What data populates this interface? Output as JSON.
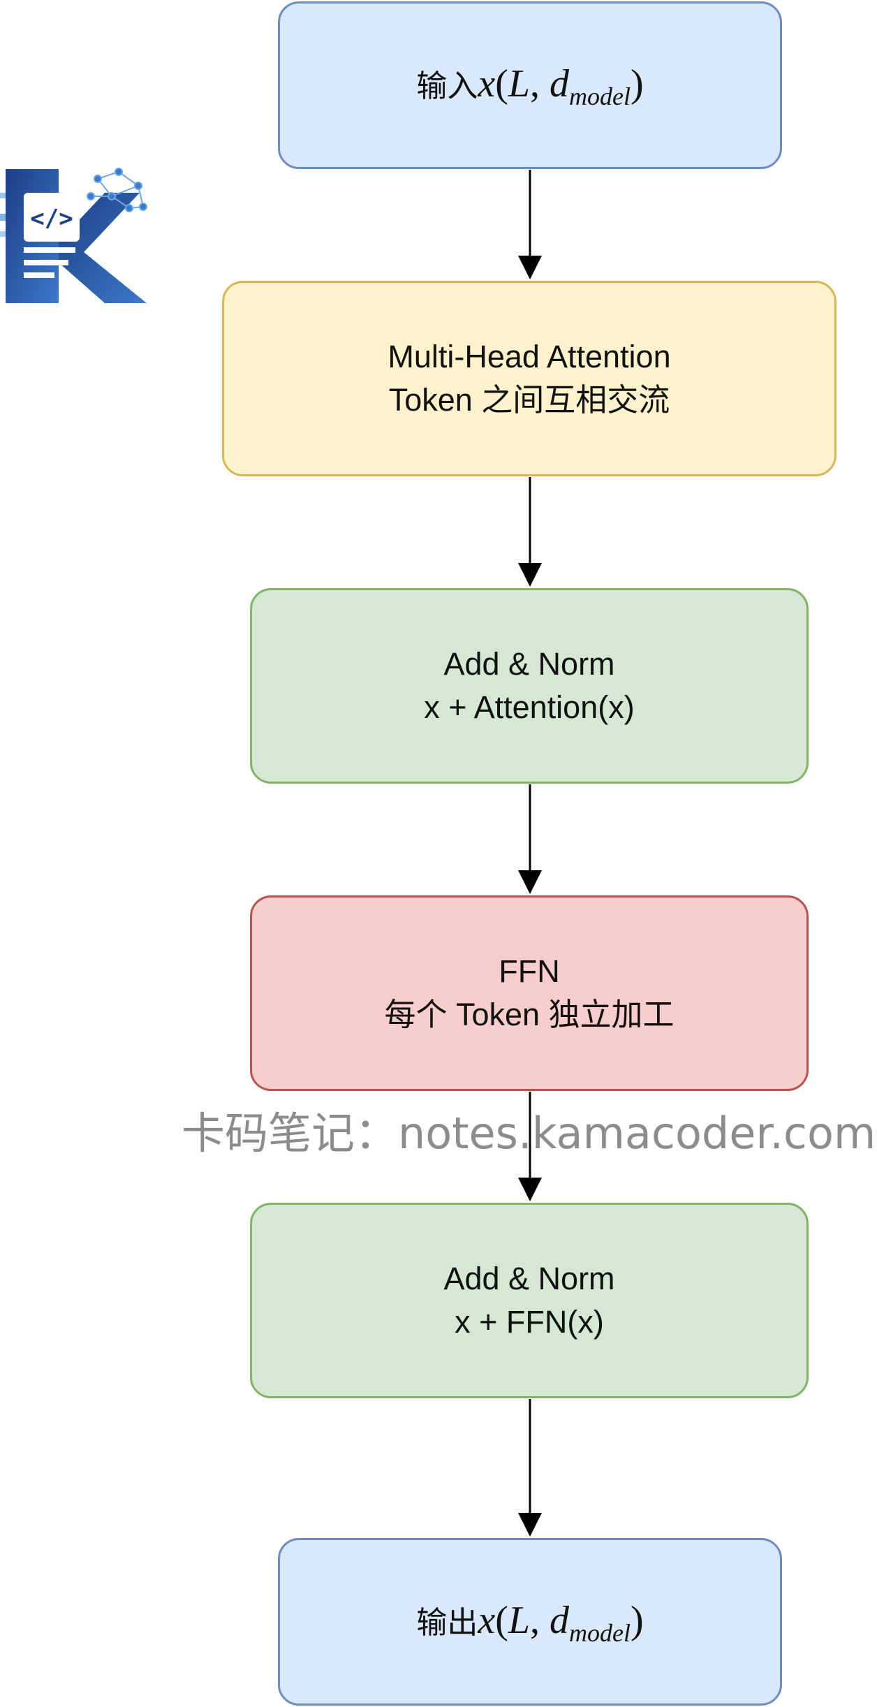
{
  "diagram": {
    "nodes": [
      {
        "id": "input",
        "prefix": "输入",
        "math": {
          "var": "x",
          "arg1": "L",
          "arg2": "d",
          "sub": "model"
        },
        "lines": [],
        "fill": "#dae8fc",
        "stroke": "#6c8ebf"
      },
      {
        "id": "mha",
        "lines": [
          "Multi-Head Attention",
          "Token 之间互相交流"
        ],
        "fill": "#fff2cc",
        "stroke": "#d6b656"
      },
      {
        "id": "add1",
        "lines": [
          "Add & Norm",
          "x + Attention(x)"
        ],
        "fill": "#d5e8d4",
        "stroke": "#82b366"
      },
      {
        "id": "ffn",
        "lines": [
          "FFN",
          "每个 Token 独立加工"
        ],
        "fill": "#f8cecc",
        "stroke": "#b85450"
      },
      {
        "id": "add2",
        "lines": [
          "Add & Norm",
          "x + FFN(x)"
        ],
        "fill": "#d5e8d4",
        "stroke": "#82b366"
      },
      {
        "id": "output",
        "prefix": "输出",
        "math": {
          "var": "x",
          "arg1": "L",
          "arg2": "d",
          "sub": "model"
        },
        "lines": [],
        "fill": "#dae8fc",
        "stroke": "#6c8ebf"
      }
    ],
    "edges": [
      {
        "from": "input",
        "to": "mha"
      },
      {
        "from": "mha",
        "to": "add1"
      },
      {
        "from": "add1",
        "to": "ffn"
      },
      {
        "from": "ffn",
        "to": "add2"
      },
      {
        "from": "add2",
        "to": "output"
      }
    ],
    "edge_color": "#000000"
  },
  "watermark": {
    "text": "卡码笔记：notes.kamacoder.com"
  },
  "logo": {
    "icon": "kamacoder-logo-icon",
    "color_dark": "#1f3f86",
    "color_light": "#3b79c9"
  }
}
